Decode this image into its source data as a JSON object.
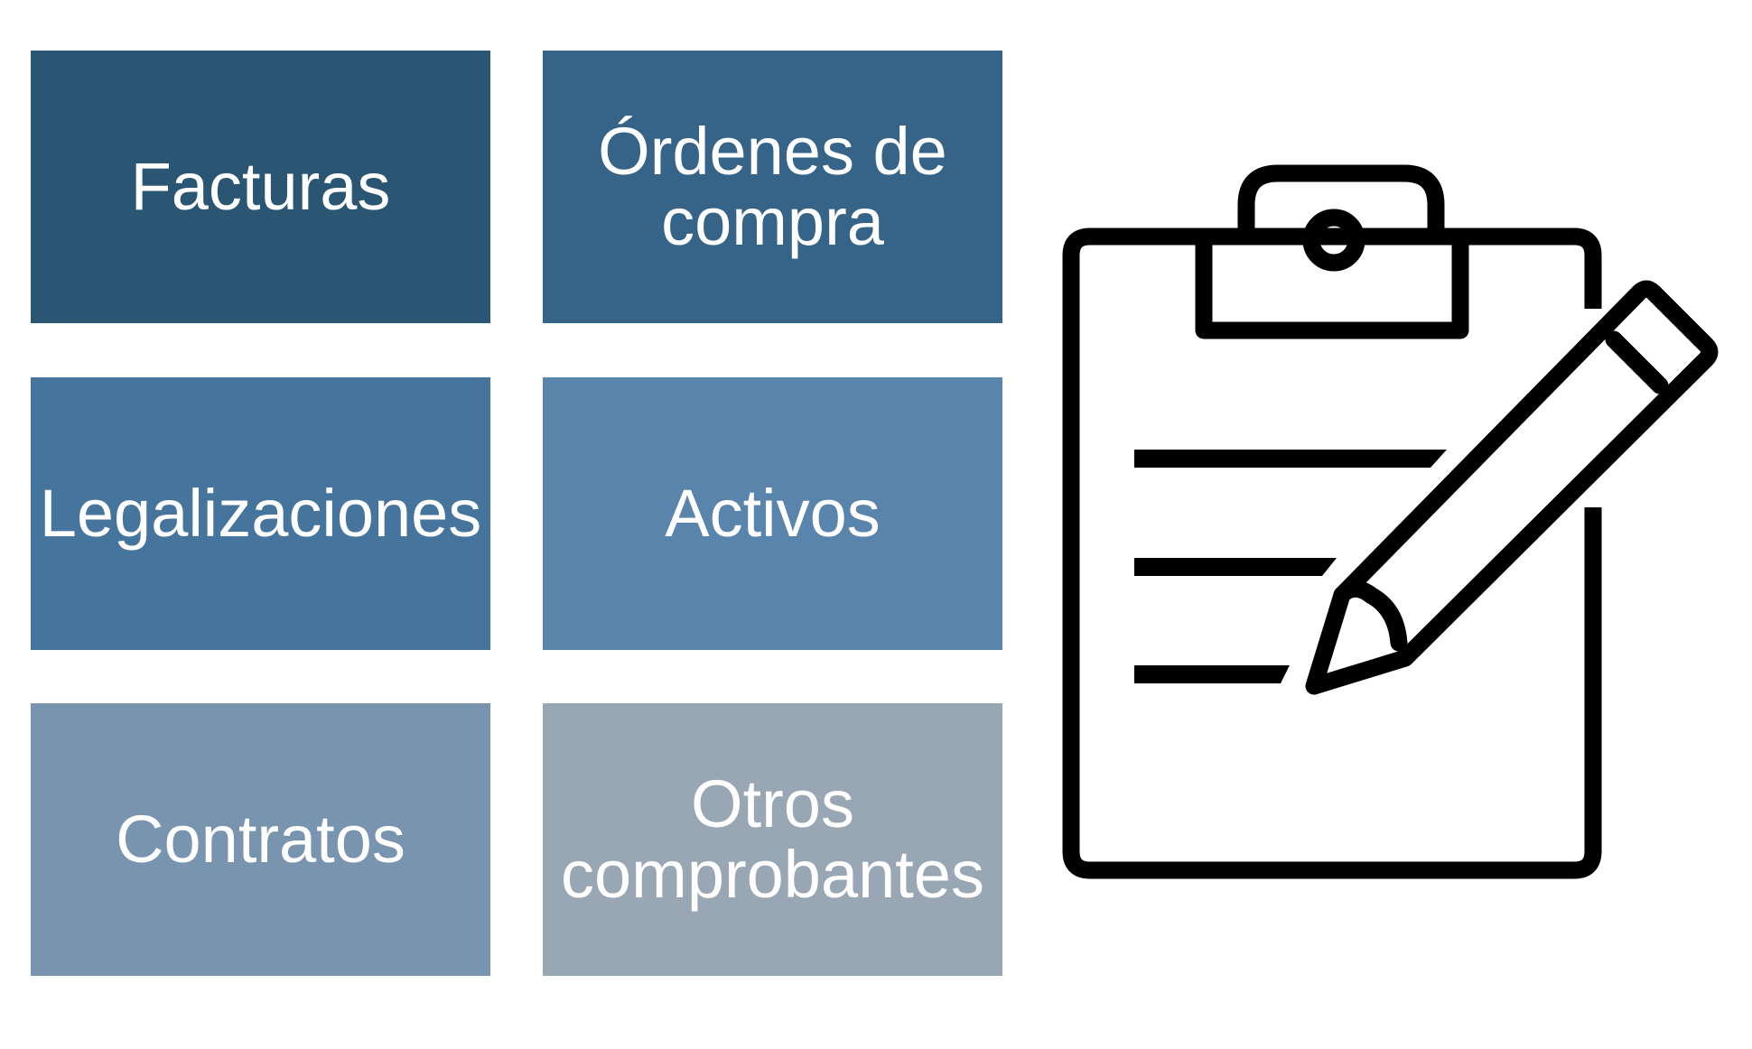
{
  "tiles": [
    {
      "label": "Facturas",
      "color": "#2a5674"
    },
    {
      "label": "Órdenes de\ncompra",
      "color": "#356488"
    },
    {
      "label": "Legalizaciones",
      "color": "#45749c"
    },
    {
      "label": "Activos",
      "color": "#5984ac"
    },
    {
      "label": "Contratos",
      "color": "#7994ae"
    },
    {
      "label": "Otros\ncomprobantes",
      "color": "#99a6b3"
    }
  ],
  "icon": "clipboard-with-pencil-icon",
  "icon_color": "#000000"
}
